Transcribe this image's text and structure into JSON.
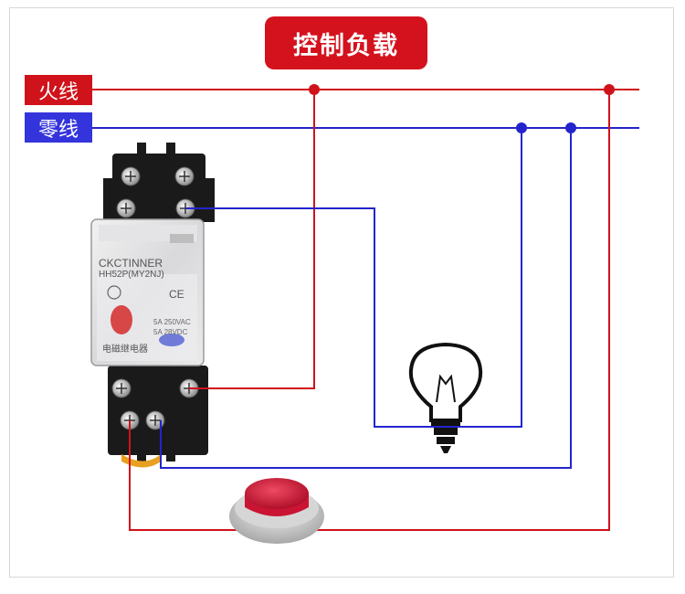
{
  "title": "控制负载",
  "labels": {
    "live": "火线",
    "neutral": "零线"
  },
  "relay": {
    "brand": "CKCTINNER",
    "model": "HH52P(MY2NJ)",
    "rating1": "5A 250VAC",
    "rating2": "5A 28VDC",
    "ce": "CE",
    "bottom_text": "电磁继电器"
  },
  "colors": {
    "live_wire": "#d0121b",
    "neutral_wire": "#2424cc",
    "title_bg": "#d4121e",
    "button_red": "#d81a3c"
  }
}
